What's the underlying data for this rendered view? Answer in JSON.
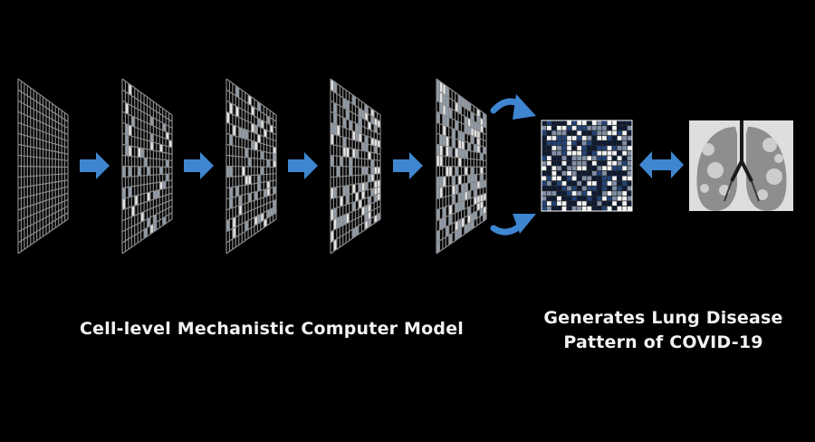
{
  "colors": {
    "background": "#000000",
    "arrow": "#3f86d1",
    "grid": "#8a8a8a",
    "cell_fill": "#cfe0f5",
    "text": "#f2f2f2"
  },
  "stages": [
    {
      "density": 0.0
    },
    {
      "density": 0.12
    },
    {
      "density": 0.22
    },
    {
      "density": 0.33
    },
    {
      "density": 0.5
    }
  ],
  "pattern_density": 0.45,
  "icons": [
    "right-arrow-icon",
    "curved-arrow-icon",
    "double-arrow-icon",
    "lung-ct-icon"
  ],
  "captions": {
    "model": "Cell-level Mechanistic Computer Model",
    "disease_line1": "Generates Lung Disease",
    "disease_line2": "Pattern of COVID-19"
  }
}
